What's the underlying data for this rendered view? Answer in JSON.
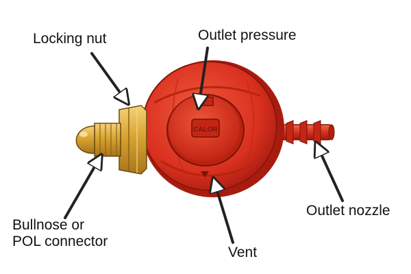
{
  "labels": {
    "locking_nut": "Locking nut",
    "outlet_pressure": "Outlet pressure",
    "bullnose_line1": "Bullnose or",
    "bullnose_line2": "POL connector",
    "vent": "Vent",
    "outlet_nozzle": "Outlet nozzle"
  },
  "dial_text": {
    "brand": "CALOR"
  },
  "colors": {
    "regulator_red": "#d9301f",
    "regulator_dark": "#a81c10",
    "regulator_light": "#ef5a3e",
    "brass": "#d9a431",
    "brass_dark": "#a8741a",
    "brass_light": "#f5d27a",
    "arrow": "#222222"
  },
  "icons": [
    "arrow-icon"
  ]
}
